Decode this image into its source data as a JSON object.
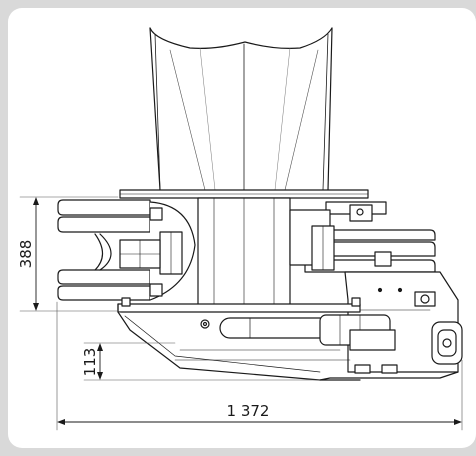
{
  "drawing": {
    "colors": {
      "line": "#1a1a1a",
      "thin": "#555555",
      "paper": "#ffffff",
      "frame": "#d9d9d9"
    },
    "dimensions": {
      "height_388": "388",
      "height_113": "113",
      "width_1372": "1 372"
    }
  }
}
